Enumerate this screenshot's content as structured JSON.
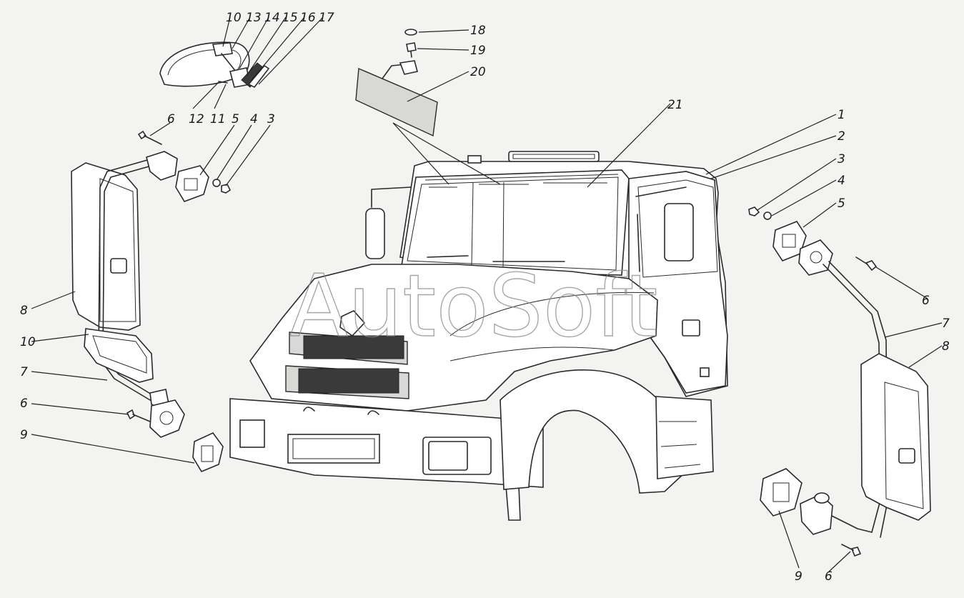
{
  "watermark": "AutoSoft",
  "callouts": {
    "c1": "1",
    "c2": "2",
    "c3a": "3",
    "c3b": "3",
    "c4a": "4",
    "c4b": "4",
    "c5a": "5",
    "c5b": "5",
    "c6a": "6",
    "c6b": "6",
    "c6c": "6",
    "c6d": "6",
    "c7a": "7",
    "c7b": "7",
    "c8a": "8",
    "c8b": "8",
    "c9a": "9",
    "c9b": "9",
    "c10a": "10",
    "c10b": "10",
    "c11": "11",
    "c12": "12",
    "c13": "13",
    "c14": "14",
    "c15": "15",
    "c16": "16",
    "c17": "17",
    "c18": "18",
    "c19": "19",
    "c20": "20",
    "c21": "21"
  }
}
